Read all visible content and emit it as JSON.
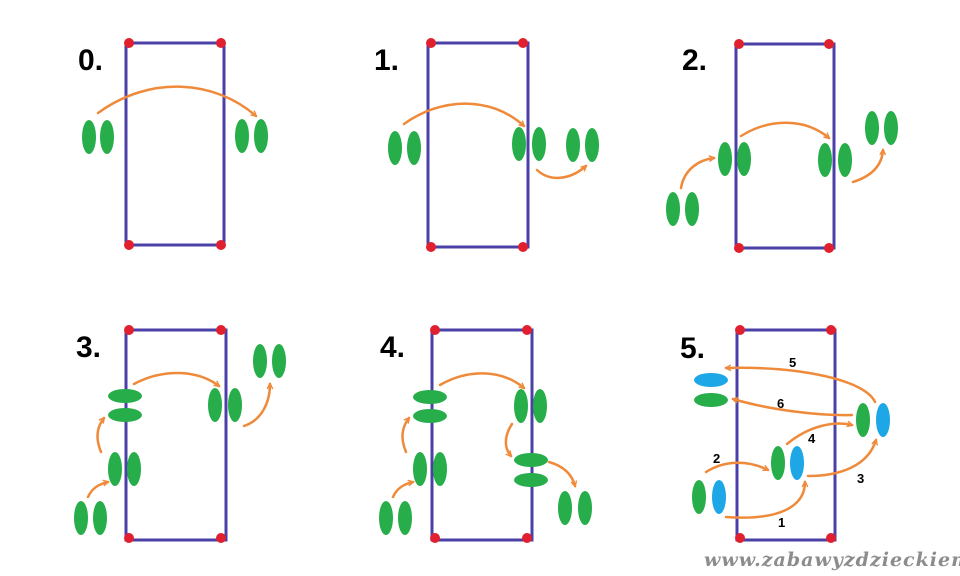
{
  "colors": {
    "field_border": "#4b3fa8",
    "corner_dot": "#e0202e",
    "arrow": "#ef8a3a",
    "player_green": "#27ae4a",
    "player_blue": "#1ea7e6",
    "watermark": "#8c8c8c"
  },
  "panels": [
    {
      "label": "0."
    },
    {
      "label": "1."
    },
    {
      "label": "2."
    },
    {
      "label": "3."
    },
    {
      "label": "4."
    },
    {
      "label": "5."
    }
  ],
  "step_numbers": [
    "1",
    "2",
    "3",
    "4",
    "5",
    "6"
  ],
  "watermark": "www.zabawyzdzieckiem.p"
}
